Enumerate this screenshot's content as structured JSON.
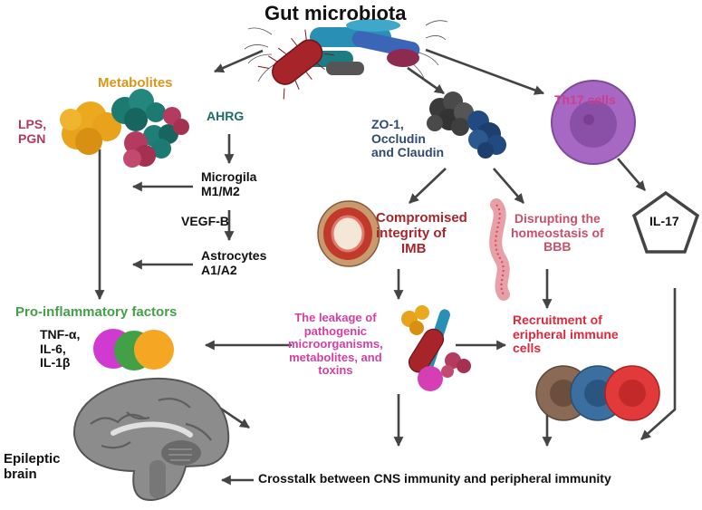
{
  "colors": {
    "arrow": "#444444",
    "metabolites": "#d9961a",
    "ahrg": "#1e6b68",
    "lps": "#b03a5b",
    "tj": "#2e4a70",
    "th17": "#cc3f8e",
    "imb": "#a5262c",
    "bbb": "#c9506b",
    "pro": "#43a047",
    "leakage": "#d43fa3",
    "recruit": "#e0283c",
    "text": "#111111"
  },
  "labels": {
    "gut_microbiota": "Gut microbiota",
    "metabolites": "Metabolites",
    "lps_pgn": [
      "LPS,",
      "PGN"
    ],
    "ahrg": "AHRG",
    "microglia": [
      "Microgila",
      "M1/M2"
    ],
    "vegfb": "VEGF-B",
    "astrocytes": [
      "Astrocytes",
      "A1/A2"
    ],
    "tight_junction": [
      "ZO-1,",
      "Occludin",
      "and Claudin"
    ],
    "th17": "Th17 cells",
    "imb": [
      "Compromised",
      "integrity of",
      "IMB"
    ],
    "bbb": [
      "Disrupting the",
      "homeostasis of",
      "BBB"
    ],
    "il17": "IL-17",
    "pro_inflammatory": "Pro-inflammatory factors",
    "cytokines": [
      "TNF-α,",
      "IL-6,",
      "IL-1β"
    ],
    "leakage": [
      "The leakage of",
      "pathogenic",
      "microorganisms,",
      "metabolites, and",
      "toxins"
    ],
    "recruitment": [
      "Recruitment of",
      "eripheral immune",
      "cells"
    ],
    "epileptic_brain": [
      "Epileptic",
      "brain"
    ],
    "crosstalk": "Crosstalk between CNS immunity and peripheral immunity"
  },
  "icons": {
    "bacteria": "gut-bacteria-cluster-icon",
    "metabolite_molecules": "metabolite-molecules-icon",
    "tight_junction_proteins": "tight-junction-protein-icon",
    "th17_cell": "th17-cell-icon",
    "intestinal_tube": "intestinal-cross-section-icon",
    "blood_vessel": "blood-brain-barrier-vessel-icon",
    "il17_pentagon": "il17-pentagon-icon",
    "cytokine_spheres": "cytokine-spheres-icon",
    "leakage_cluster": "pathogen-leakage-icon",
    "immune_cells": "peripheral-immune-cells-icon",
    "brain": "brain-sagittal-icon"
  }
}
